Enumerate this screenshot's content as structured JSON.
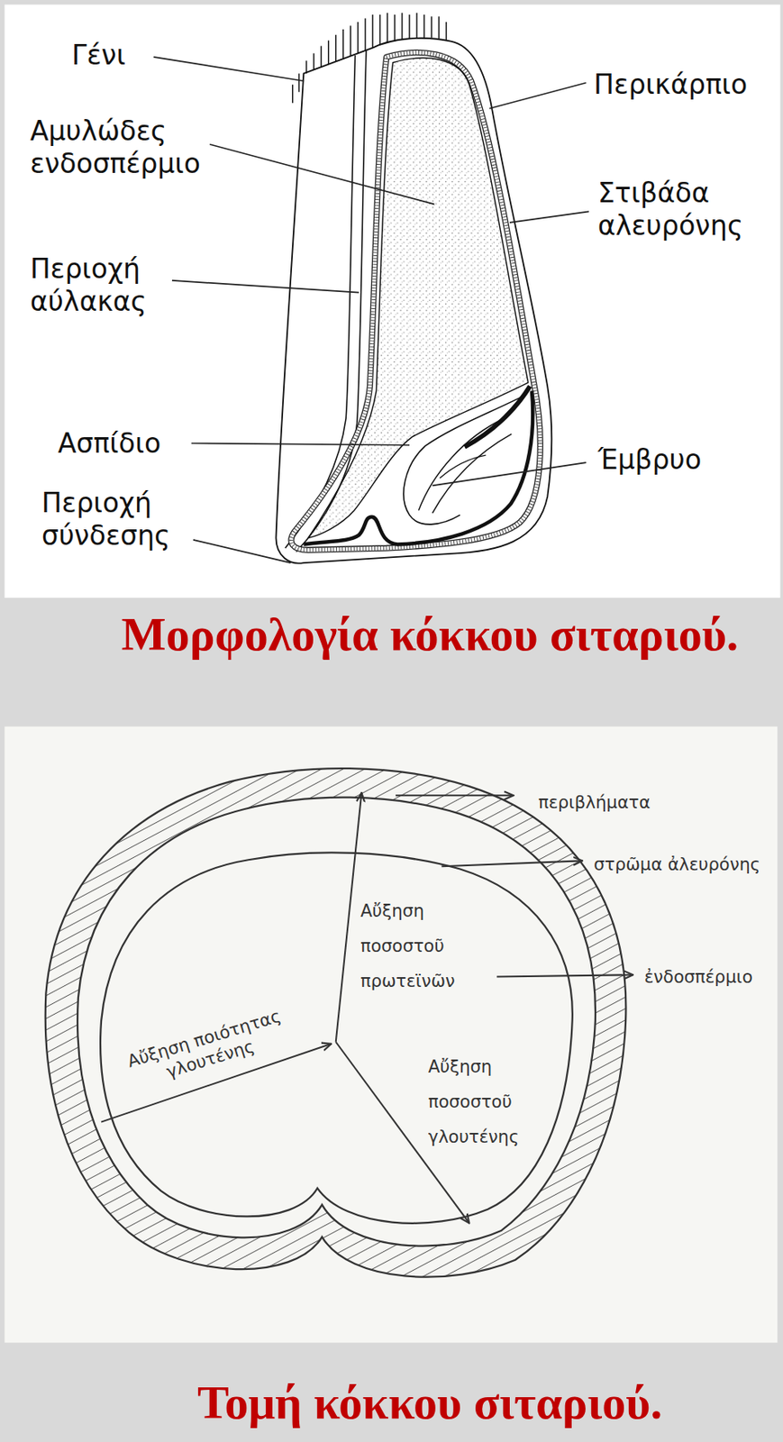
{
  "diagram": {
    "labels": [
      "Γένι",
      "Αμυλώδες ενδοσπέρμιο",
      "Περιοχή αύλακας",
      "Ασπίδιο",
      "Περιοχή σύνδεσης",
      "Περικάρπιο",
      "Στιβάδα αλευρόνης",
      "Έμβρυο",
      "Μορφολογία κόκκου σιταριού.",
      "περιβλήματα",
      "στρῶμα ἀλευρόνης",
      "ἐνδοσπέρμιο",
      "Αὔξηση ποσοστοῦ πρωτεϊνῶν",
      "Αὔξηση ποιότητας γλουτένης",
      "Αὔξηση ποσοστοῦ γλουτένης",
      "Τομή κόκκου σιταριού."
    ]
  }
}
